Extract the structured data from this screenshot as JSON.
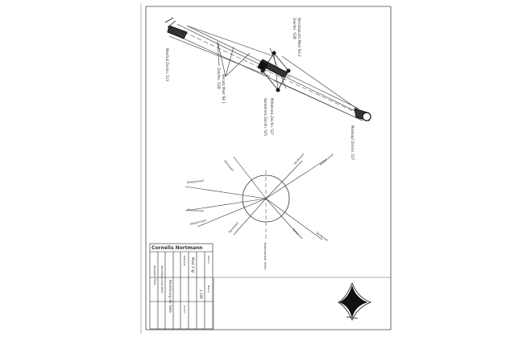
{
  "drawing": {
    "labels": {
      "top_attach_a": "Versatzpunkt Mast Teil 2",
      "top_attach_a_zone": "Zeichn. 528",
      "left_note": "Mastfuß Zeichn. 513",
      "lower_attach": "Zeichn. 528",
      "lower_attach_b": "Versatz Mast Teil 1",
      "mid_a": "Mittelkreis Zeichn. 527",
      "mid_b": "Spreizkreis Zeichn. 525",
      "right_note": "Mastkopf Zeichn. 527"
    },
    "rays": {
      "upper_left": "Abspannseil",
      "left_mid": "Abspannseil",
      "left_low": "Abspannseil",
      "upper_center": "Spreizseil",
      "upper_right_a": "Vorderseil",
      "upper_right_b": "Abspannseil",
      "lower_left": "Spreizseil",
      "lower_right_a": "Spreizseil",
      "lower_right_b": "Vorderseil",
      "bottom": "Bodenanker Kreis"
    }
  },
  "title_block": {
    "company": "Cornelis Nortmann",
    "lines": [
      "Abspann Mast",
      "Versatzpunkte Mast",
      "Anordnung der Seile"
    ],
    "drawing_no": "Mast 2 lgl",
    "scale": "1:100",
    "meta": [
      "Maßstab",
      "Datum",
      "Name",
      "Zeichn."
    ]
  },
  "colors": {
    "ink": "#222222",
    "paper": "#ffffff",
    "frame": "#555555"
  }
}
